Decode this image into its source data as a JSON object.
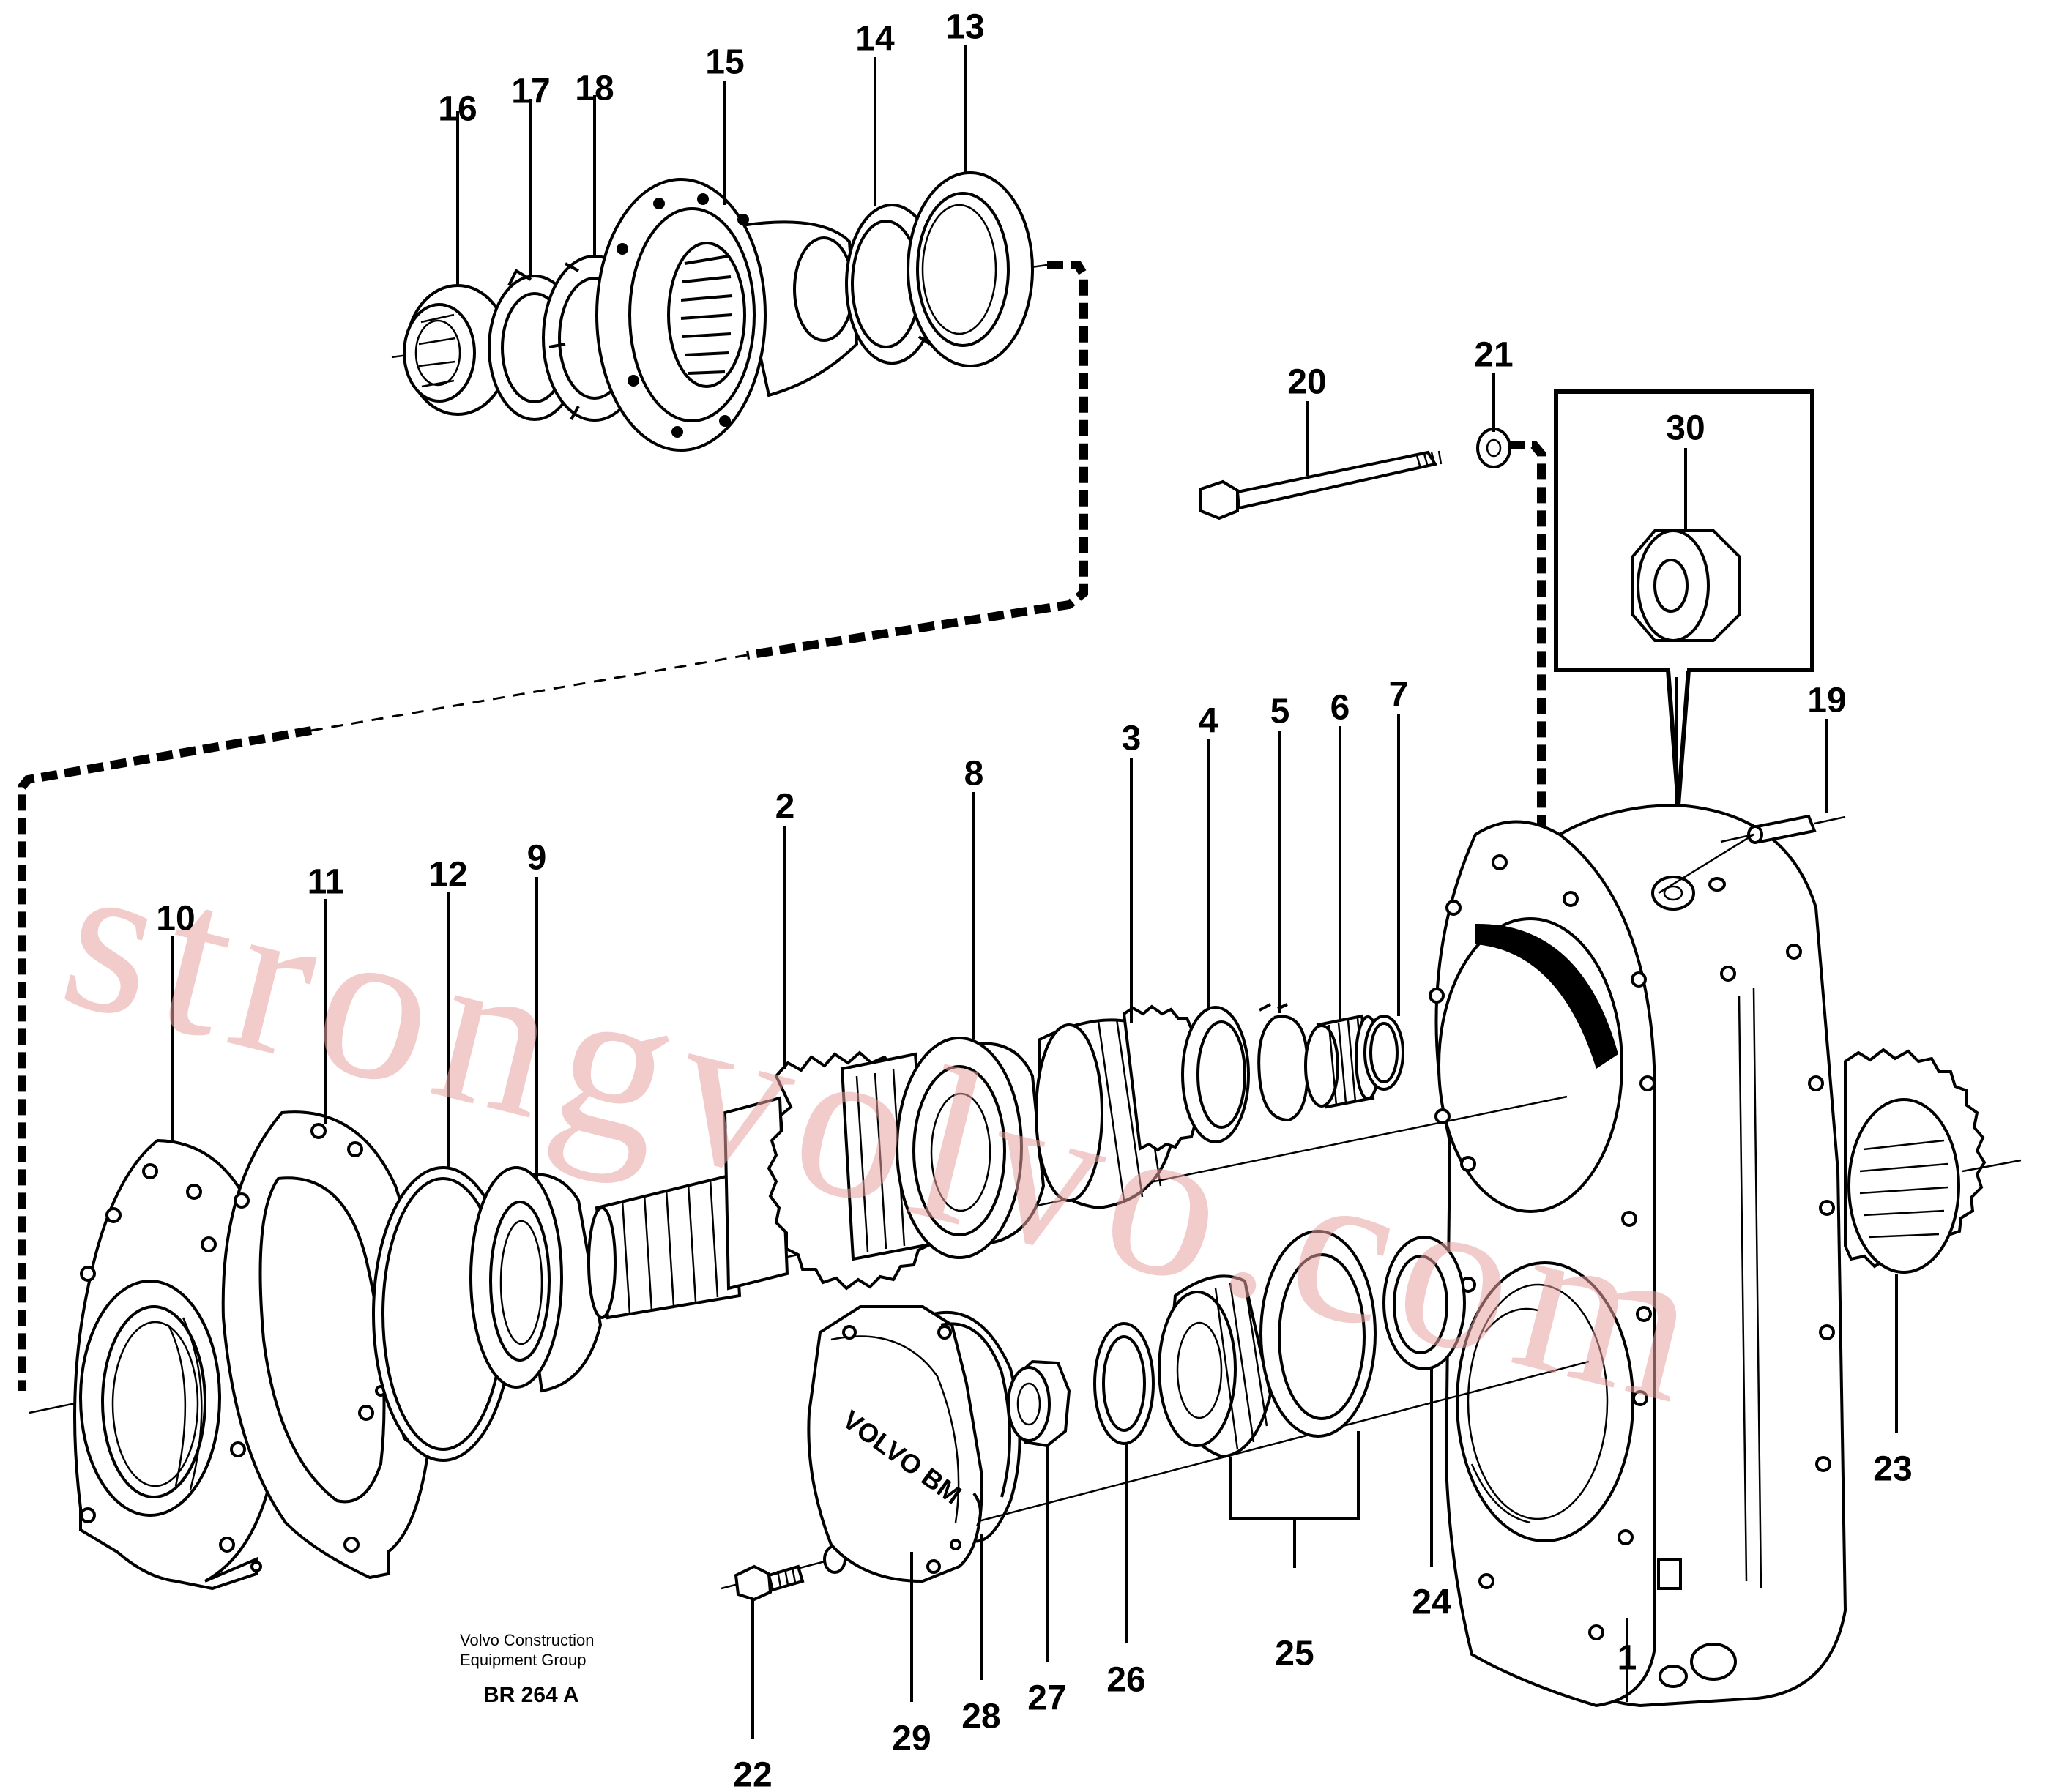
{
  "drawing": {
    "watermark": "strongvolvo.com",
    "cover_logo": "VOLVO BM",
    "publisher_line1": "Volvo Construction",
    "publisher_line2": "Equipment Group",
    "drawing_code": "BR 264 A"
  },
  "callouts": [
    {
      "id": "1",
      "text": "1"
    },
    {
      "id": "2",
      "text": "2"
    },
    {
      "id": "3",
      "text": "3"
    },
    {
      "id": "4",
      "text": "4"
    },
    {
      "id": "5",
      "text": "5"
    },
    {
      "id": "6",
      "text": "6"
    },
    {
      "id": "7",
      "text": "7"
    },
    {
      "id": "8",
      "text": "8"
    },
    {
      "id": "9",
      "text": "9"
    },
    {
      "id": "10",
      "text": "10"
    },
    {
      "id": "11",
      "text": "11"
    },
    {
      "id": "12",
      "text": "12"
    },
    {
      "id": "13",
      "text": "13"
    },
    {
      "id": "14",
      "text": "14"
    },
    {
      "id": "15",
      "text": "15"
    },
    {
      "id": "16",
      "text": "16"
    },
    {
      "id": "17",
      "text": "17"
    },
    {
      "id": "18",
      "text": "18"
    },
    {
      "id": "19",
      "text": "19"
    },
    {
      "id": "20",
      "text": "20"
    },
    {
      "id": "21",
      "text": "21"
    },
    {
      "id": "22",
      "text": "22"
    },
    {
      "id": "23",
      "text": "23"
    },
    {
      "id": "24",
      "text": "24"
    },
    {
      "id": "25",
      "text": "25"
    },
    {
      "id": "26",
      "text": "26"
    },
    {
      "id": "27",
      "text": "27"
    },
    {
      "id": "28",
      "text": "28"
    },
    {
      "id": "29",
      "text": "29"
    },
    {
      "id": "30",
      "text": "30"
    }
  ]
}
